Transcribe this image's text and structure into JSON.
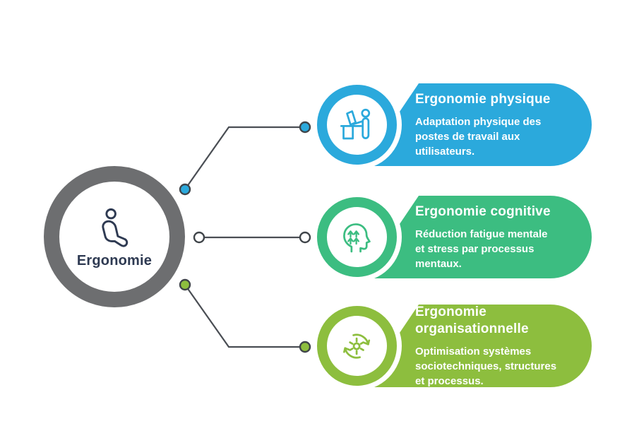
{
  "hub": {
    "label": "Ergonomie",
    "icon": "ergonomic-seat-icon"
  },
  "branches": [
    {
      "title": "Ergonomie physique",
      "description": "Adaptation physique des postes de travail aux utilisateurs.",
      "icon": "desk-workstation-icon"
    },
    {
      "title": "Ergonomie cognitive",
      "description": "Réduction fatigue mentale et stress par processus mentaux.",
      "icon": "head-up-arrows-icon"
    },
    {
      "title": "Ergonomie organisationnelle",
      "description": "Optimisation systèmes sociotechniques, structures et processus.",
      "icon": "gear-cycle-icon"
    }
  ],
  "colors": {
    "c-physique": "#2BA9DC",
    "c-cognitive": "#3CBD81",
    "c-org": "#8DBE3E",
    "c-hub-ring": "#6D6E70",
    "c-hub-text": "#2E3A52",
    "c-line": "#4A4E54",
    "c-dot-stroke": "#3F4449",
    "c-background": "#FFFFFF"
  }
}
